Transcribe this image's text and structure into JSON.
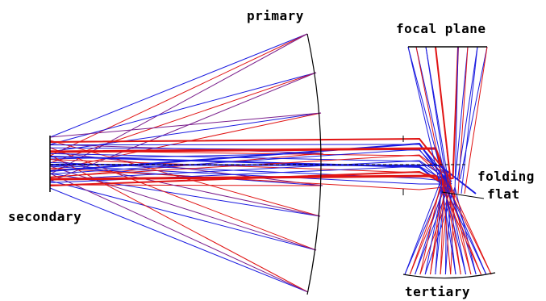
{
  "diagram": {
    "labels": {
      "primary": "primary",
      "focal_plane": "focal plane",
      "folding": "folding",
      "flat": "flat",
      "secondary": "secondary",
      "tertiary": "tertiary"
    },
    "colors": {
      "ray_blue": "#1a1ae0",
      "ray_red": "#e01414",
      "ray_purple": "#7a1e8c",
      "mirror": "#000000",
      "background": "#ffffff"
    }
  }
}
